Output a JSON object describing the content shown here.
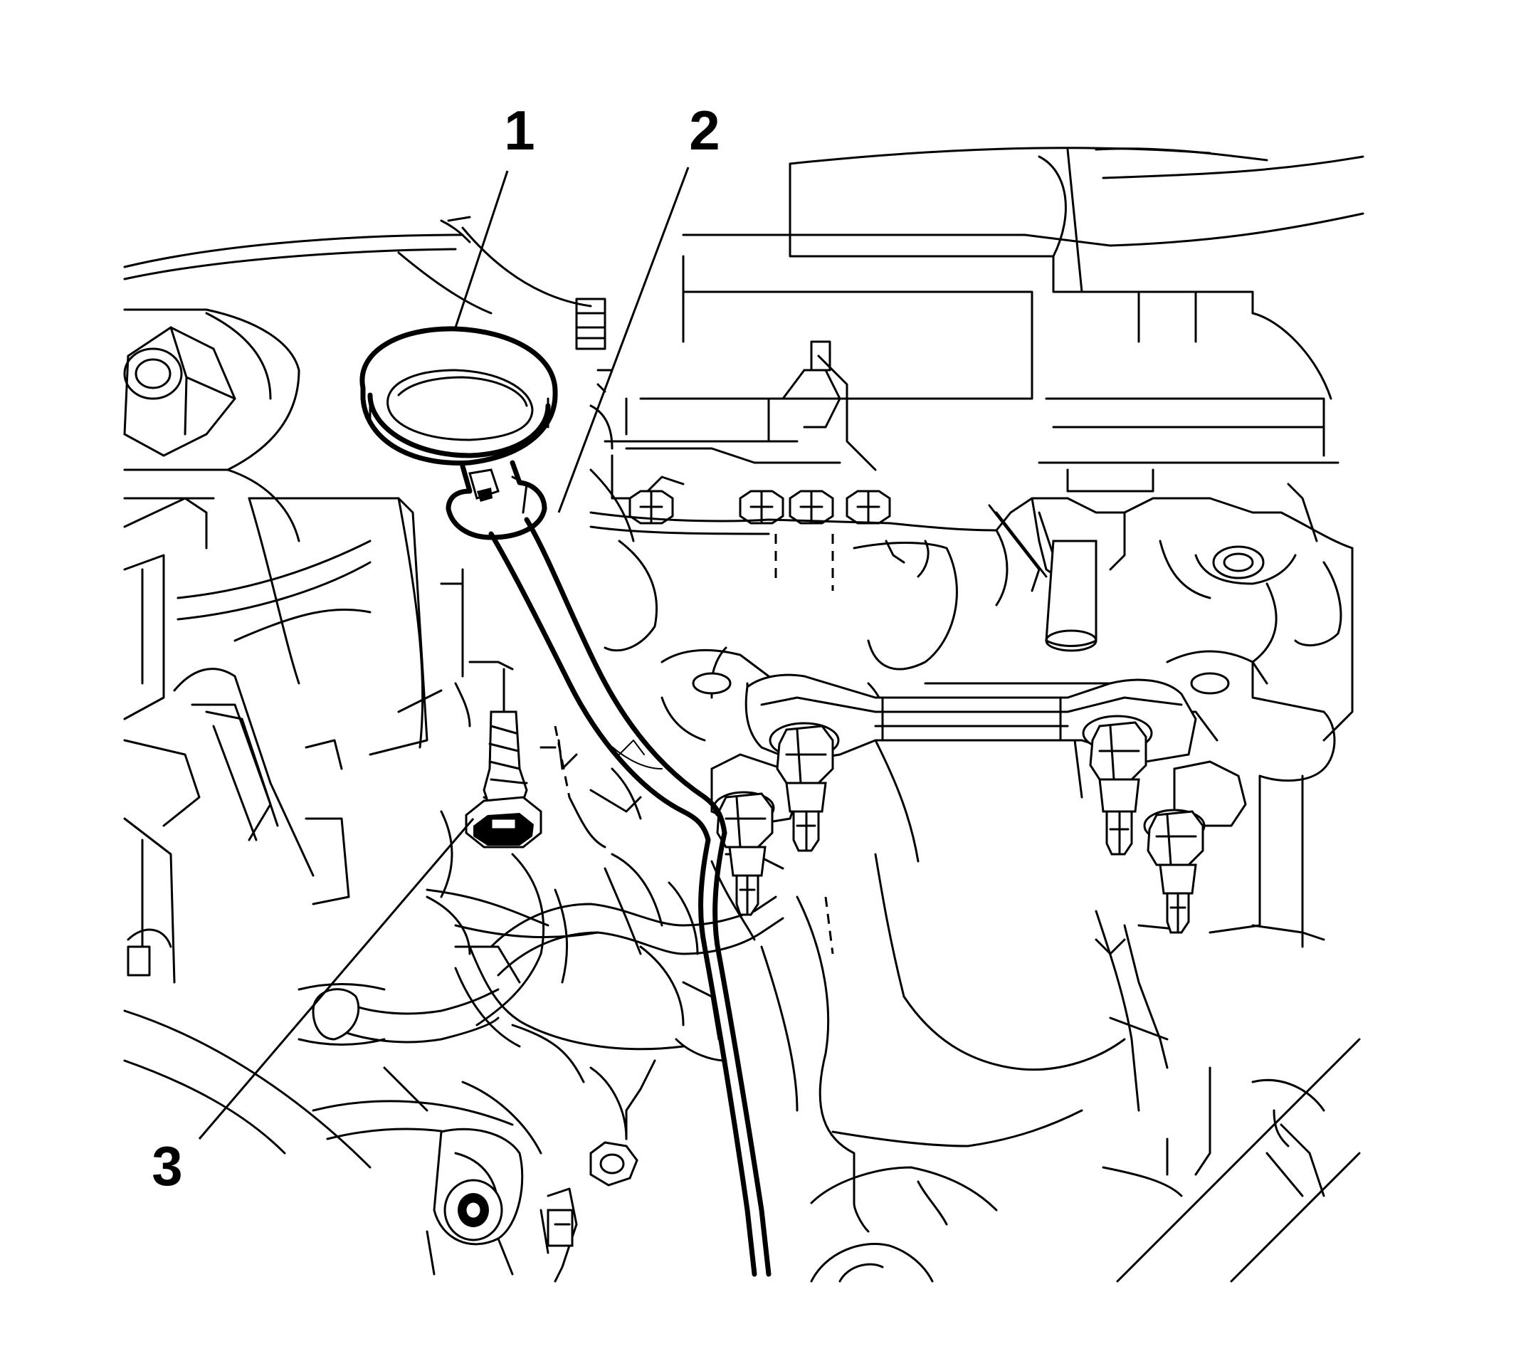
{
  "callouts": [
    {
      "id": "1",
      "label": "1",
      "part": "oil-level-indicator"
    },
    {
      "id": "2",
      "label": "2",
      "part": "oil-level-indicator-tube"
    },
    {
      "id": "3",
      "label": "3",
      "part": "tube-bolt"
    }
  ],
  "colors": {
    "line": "#000000",
    "background": "#ffffff"
  }
}
